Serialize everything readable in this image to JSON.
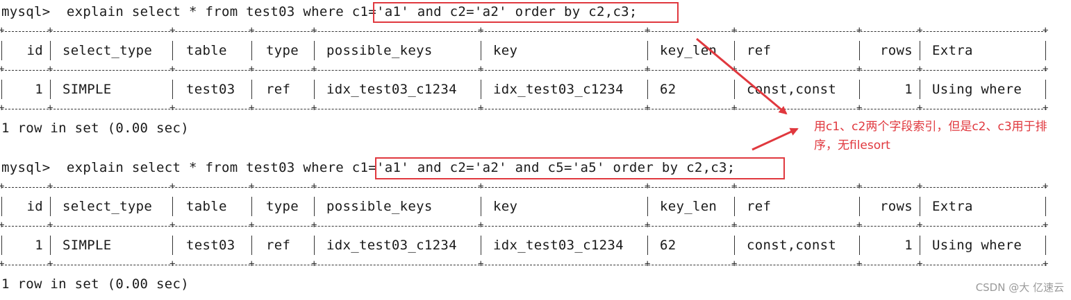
{
  "query1": {
    "prompt": "mysql>",
    "prefix": "explain select * from test03 where ",
    "condition": "c1='a1' and c2='a2' order by c2,c3",
    "terminator": ";",
    "result_summary": "1 row in set (0.00 sec)"
  },
  "query2": {
    "prompt": "mysql>",
    "prefix": "explain select * from test03 where ",
    "condition": "c1='a1' and c2='a2' and c5='a5' order by c2,c3",
    "terminator": ";",
    "result_summary": "1 row in set (0.00 sec)"
  },
  "table": {
    "columns": [
      "id",
      "select_type",
      "table",
      "type",
      "possible_keys",
      "key",
      "key_len",
      "ref",
      "rows",
      "Extra"
    ],
    "row1": [
      "1",
      "SIMPLE",
      "test03",
      "ref",
      "idx_test03_c1234",
      "idx_test03_c1234",
      "62",
      "const,const",
      "1",
      "Using where"
    ],
    "row2": [
      "1",
      "SIMPLE",
      "test03",
      "ref",
      "idx_test03_c1234",
      "idx_test03_c1234",
      "62",
      "const,const",
      "1",
      "Using where"
    ]
  },
  "annotation": {
    "text": "用c1、c2两个字段索引，但是c2、c3用于排序，无filesort",
    "color": "#e0383e"
  },
  "watermark": "CSDN @大 亿速云"
}
